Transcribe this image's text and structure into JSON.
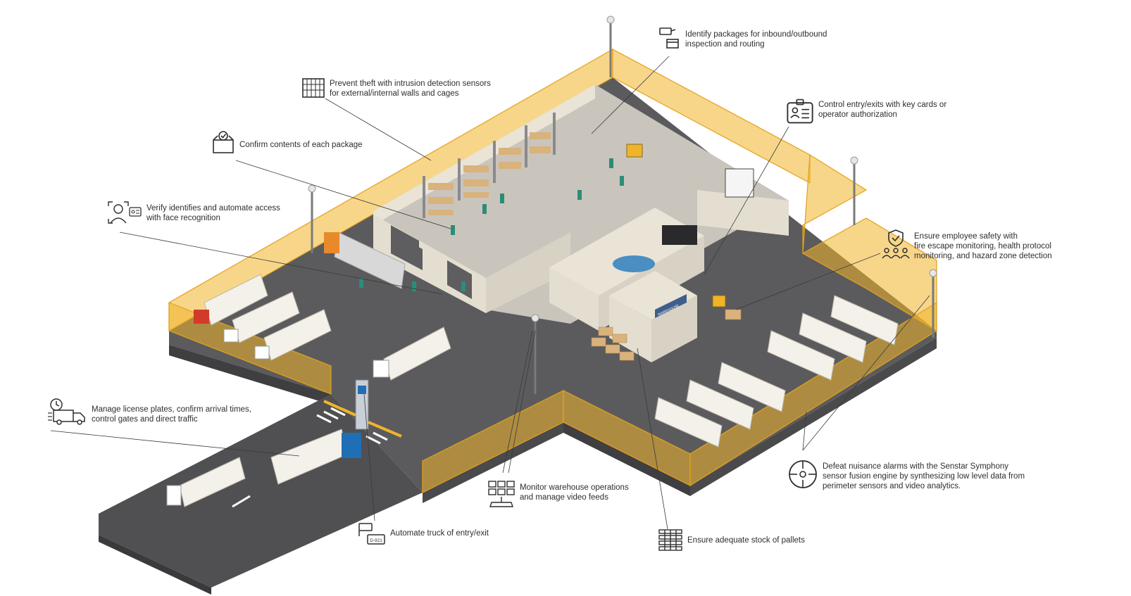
{
  "colors": {
    "fence": "#f0b429",
    "asphalt": "#5b5b5d",
    "asphalt_dark": "#3f3f41",
    "building_wall": "#e9e4d6",
    "building_floor": "#c9c5bd",
    "trailer": "#f3f1ea",
    "cab_white": "#ffffff",
    "cab_blue": "#1f6fb5",
    "cab_orange": "#e88a2a",
    "cab_red": "#d23a2a",
    "pallet": "#d9b27c",
    "worker": "#2c8c7a",
    "text": "#2e2e2e",
    "lead_line": "#3a3a3a"
  },
  "sign": {
    "warehouse": "WAREHOUSE"
  },
  "callouts": [
    {
      "id": "identify-packages",
      "icon": "camera-package-icon",
      "text": "Identify packages for inbound/outbound\ninspection and routing"
    },
    {
      "id": "prevent-theft",
      "icon": "fence-sensor-icon",
      "text": "Prevent theft with intrusion detection sensors\nfor external/internal walls and cages"
    },
    {
      "id": "confirm-contents",
      "icon": "package-check-icon",
      "text": "Confirm contents of each package"
    },
    {
      "id": "control-entry",
      "icon": "id-card-icon",
      "text": "Control entry/exits with key cards or\noperator authorization"
    },
    {
      "id": "verify-identities",
      "icon": "face-recognition-icon",
      "text": "Verify identifies and automate access\nwith face recognition"
    },
    {
      "id": "employee-safety",
      "icon": "shield-people-icon",
      "text": "Ensure employee safety with\nfire escape monitoring, health protocol\nmonitoring, and hazard zone detection"
    },
    {
      "id": "license-plates",
      "icon": "clock-truck-icon",
      "text": "Manage license plates, confirm arrival times,\ncontrol gates and direct traffic"
    },
    {
      "id": "nuisance-alarms",
      "icon": "crosshair-icon",
      "text": "Defeat nuisance alarms with the Senstar Symphony\nsensor fusion engine by synthesizing low level data from\nperimeter sensors and video analytics."
    },
    {
      "id": "monitor-ops",
      "icon": "video-wall-icon",
      "text": "Monitor warehouse operations\nand manage video feeds"
    },
    {
      "id": "automate-truck",
      "icon": "camera-plate-icon",
      "text": "Automate truck of entry/exit",
      "plate": "D-921"
    },
    {
      "id": "pallet-stock",
      "icon": "pallet-stack-icon",
      "text": "Ensure adequate stock of pallets"
    }
  ]
}
